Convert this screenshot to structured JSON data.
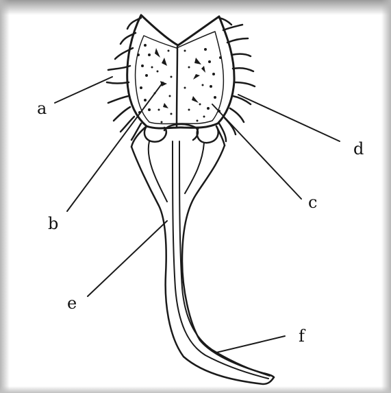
{
  "labels": {
    "a": "a",
    "b": "b",
    "c": "c",
    "d": "d",
    "e": "e",
    "f": "f"
  },
  "colors": {
    "ink": "#1a1a1a",
    "background": "#ffffff"
  }
}
